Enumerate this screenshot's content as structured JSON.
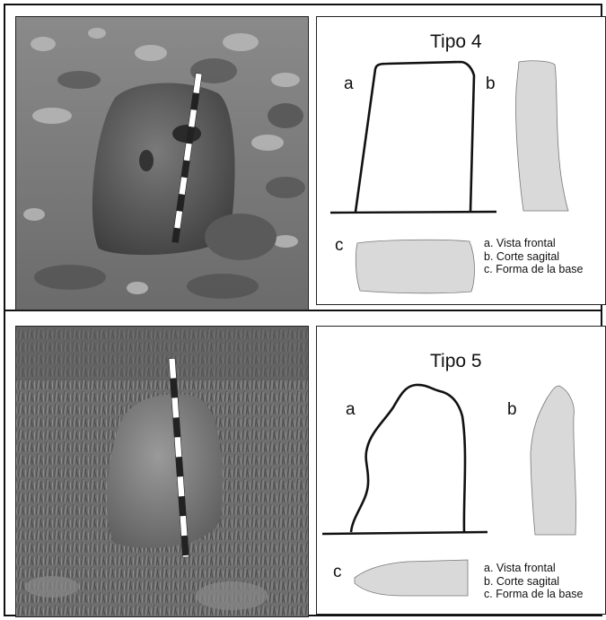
{
  "figures": [
    {
      "title": "Tipo 4",
      "labels": {
        "a": "a",
        "b": "b",
        "c": "c"
      },
      "legend": [
        "a. Vista frontal",
        "b. Corte sagital",
        "c. Forma de la base"
      ]
    },
    {
      "title": "Tipo 5",
      "labels": {
        "a": "a",
        "b": "b",
        "c": "c"
      },
      "legend": [
        "a. Vista frontal",
        "b. Corte sagital",
        "c. Forma de la base"
      ]
    }
  ],
  "colors": {
    "outline": "#111111",
    "fill": "#d9d9d9",
    "border": "#222222"
  }
}
